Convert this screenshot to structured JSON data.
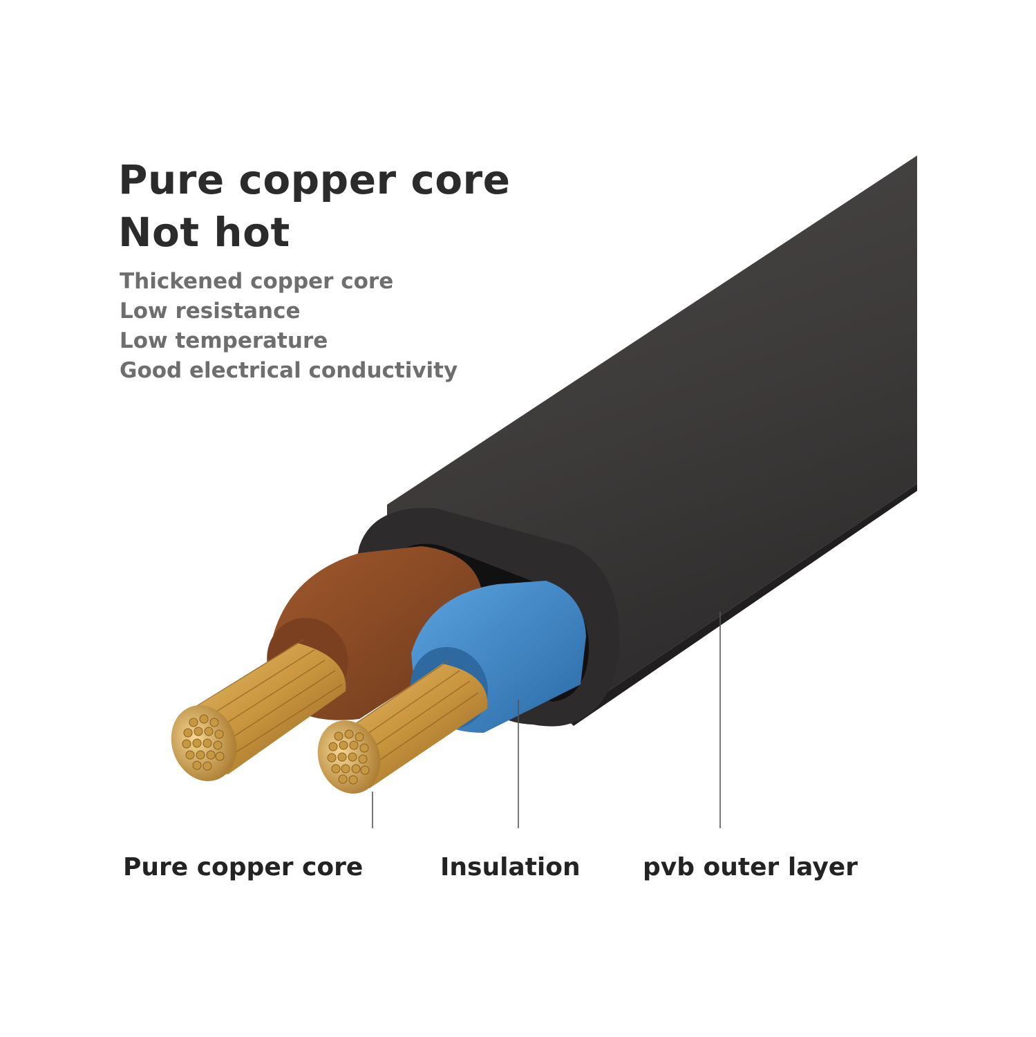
{
  "headline": {
    "line1": "Pure copper core",
    "line2": "Not hot"
  },
  "features": [
    "Thickened copper core",
    "Low resistance",
    "Low temperature",
    "Good electrical conductivity"
  ],
  "callouts": {
    "core": "Pure copper core",
    "insulation": "Insulation",
    "outer": "pvb outer layer"
  },
  "colors": {
    "sheath": "#3a3838",
    "brown_insulation": "#8a4a26",
    "blue_insulation": "#3d86c6",
    "copper": "#c9953e",
    "headline_text": "#2b2b2b",
    "feature_text": "#6e6e6e"
  }
}
